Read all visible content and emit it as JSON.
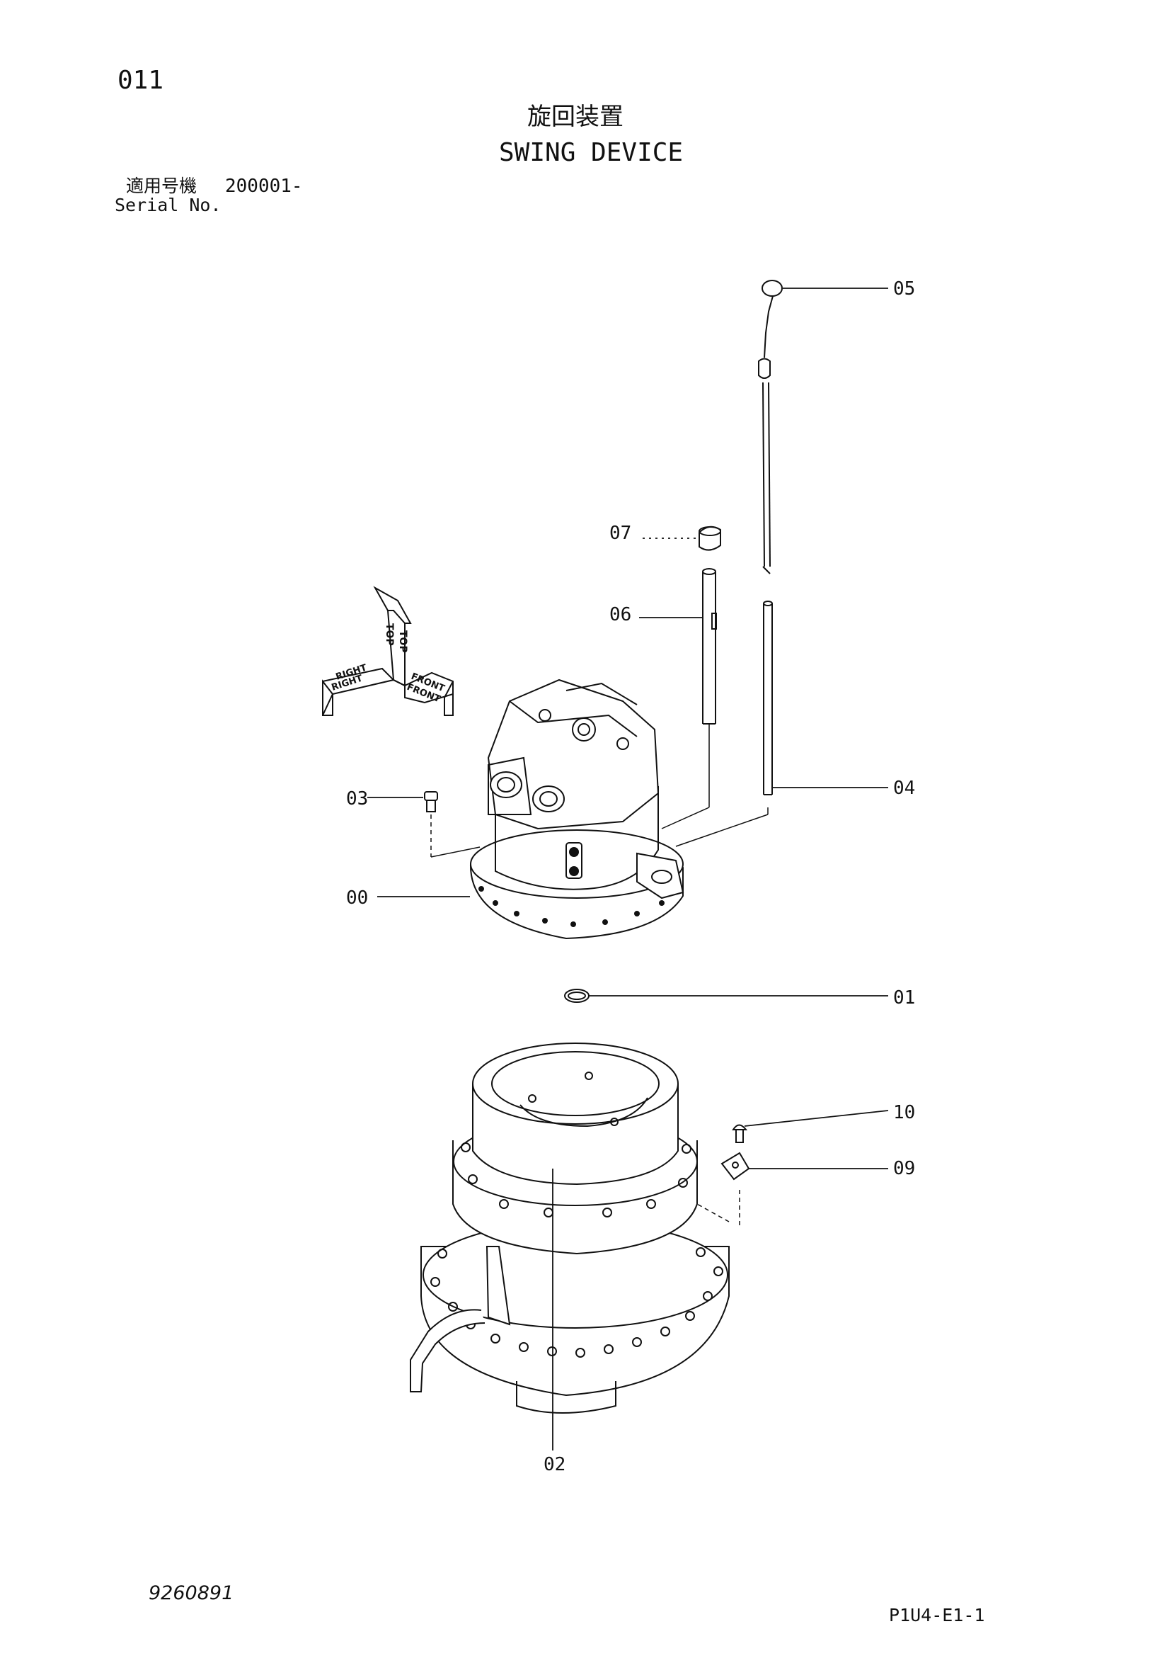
{
  "header": {
    "page_no": "011",
    "title_jp": "旋回装置",
    "title_en": "SWING DEVICE",
    "serial_jp": "適用号機",
    "serial_number": "200001-",
    "serial_en": "Serial No."
  },
  "orientation_labels": {
    "top": "TOP",
    "front": "FRONT",
    "right": "RIGHT"
  },
  "callouts": {
    "c00": "00",
    "c01": "01",
    "c02": "02",
    "c03": "03",
    "c04": "04",
    "c05": "05",
    "c06": "06",
    "c07": "07",
    "c09": "09",
    "c10": "10"
  },
  "footer": {
    "doc_number": "9260891",
    "page_code": "P1U4-E1-1"
  }
}
